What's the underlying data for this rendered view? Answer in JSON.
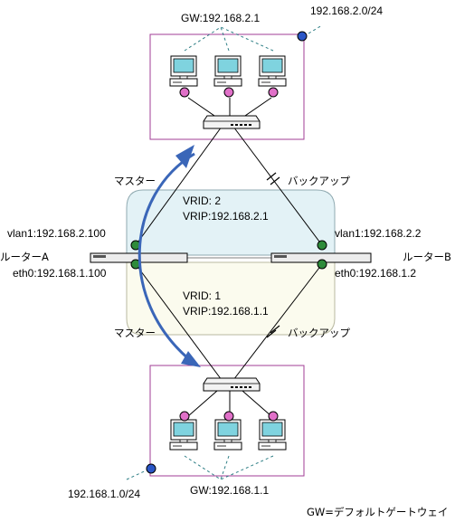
{
  "top_network": {
    "gateway_label": "GW:192.168.2.1",
    "subnet_label": "192.168.2.0/24"
  },
  "bottom_network": {
    "gateway_label": "GW:192.168.1.1",
    "subnet_label": "192.168.1.0/24"
  },
  "vrid_upper": {
    "vrid": "VRID: 2",
    "vrip": "VRIP:192.168.2.1"
  },
  "vrid_lower": {
    "vrid": "VRID: 1",
    "vrip": "VRIP:192.168.1.1"
  },
  "router_a": {
    "name": "ルーターA",
    "vlan1": "vlan1:192.168.2.100",
    "eth0": "eth0:192.168.1.100"
  },
  "router_b": {
    "name": "ルーターB",
    "vlan1": "vlan1:192.168.2.2",
    "eth0": "eth0:192.168.1.2"
  },
  "roles": {
    "master_top": "マスター",
    "backup_top": "バックアップ",
    "master_bottom": "マスター",
    "backup_bottom": "バックアップ"
  },
  "legend": "GW=デフォルトゲートウェイ",
  "colors": {
    "vrid2_fill": "#e3f2f6",
    "vrid1_fill": "#fbfbee",
    "box_border": "#a23d96",
    "node_green": "#2e8b3a",
    "node_pink": "#e070c8",
    "subnet_blue": "#2a56c6",
    "arrow_blue": "#3a66b8",
    "dashed_teal": "#2f7f86",
    "screen_teal": "#7fd3df"
  }
}
